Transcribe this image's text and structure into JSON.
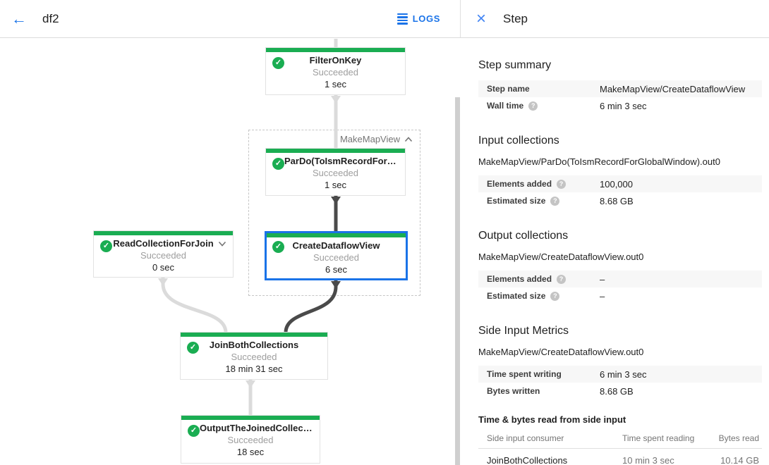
{
  "colors": {
    "blue": "#1a73e8",
    "green": "#1aad52",
    "selected": "#1a73e8",
    "edge-light": "#dbdbdb",
    "edge-dark": "#4a4a4a",
    "stripe": "#f7f7f7"
  },
  "icons": {
    "back": "←",
    "logs": "list-lines",
    "close": "×",
    "check": "✓",
    "help": "?",
    "collapse": "chevron-up",
    "expand": "chevron-down"
  },
  "header": {
    "title": "df2",
    "logs_label": "LOGS"
  },
  "panel": {
    "title": "Step",
    "step_summary": {
      "heading": "Step summary",
      "rows": [
        {
          "label": "Step name",
          "value": "MakeMapView/CreateDataflowView"
        },
        {
          "label": "Wall time",
          "value": "6 min 3 sec"
        }
      ]
    },
    "input_collections": {
      "heading": "Input collections",
      "name": "MakeMapView/ParDo(ToIsmRecordForGlobalWindow).out0",
      "rows": [
        {
          "label": "Elements added",
          "value": "100,000"
        },
        {
          "label": "Estimated size",
          "value": "8.68 GB"
        }
      ]
    },
    "output_collections": {
      "heading": "Output collections",
      "name": "MakeMapView/CreateDataflowView.out0",
      "rows": [
        {
          "label": "Elements added",
          "value": "–"
        },
        {
          "label": "Estimated size",
          "value": "–"
        }
      ]
    },
    "side_input_metrics": {
      "heading": "Side Input Metrics",
      "name": "MakeMapView/CreateDataflowView.out0",
      "rows": [
        {
          "label": "Time spent writing",
          "value": "6 min 3 sec"
        },
        {
          "label": "Bytes written",
          "value": "8.68 GB"
        }
      ]
    },
    "side_input_table": {
      "heading": "Time & bytes read from side input",
      "columns": [
        "Side input consumer",
        "Time spent reading",
        "Bytes read"
      ],
      "row": {
        "consumer": "JoinBothCollections",
        "time_reading": "10 min 3 sec",
        "bytes_read": "10.14 GB"
      }
    }
  },
  "graph": {
    "group": {
      "label": "MakeMapView"
    },
    "nodes": {
      "filter": {
        "title": "FilterOnKey",
        "status": "Succeeded",
        "time": "1 sec"
      },
      "pardo": {
        "title": "ParDo(ToIsmRecordFor…",
        "status": "Succeeded",
        "time": "1 sec"
      },
      "read": {
        "title": "ReadCollectionForJoin",
        "status": "Succeeded",
        "time": "0 sec"
      },
      "create": {
        "title": "CreateDataflowView",
        "status": "Succeeded",
        "time": "6 sec"
      },
      "join": {
        "title": "JoinBothCollections",
        "status": "Succeeded",
        "time": "18 min 31 sec"
      },
      "output": {
        "title": "OutputTheJoinedCollec…",
        "status": "Succeeded",
        "time": "18 sec"
      }
    }
  }
}
